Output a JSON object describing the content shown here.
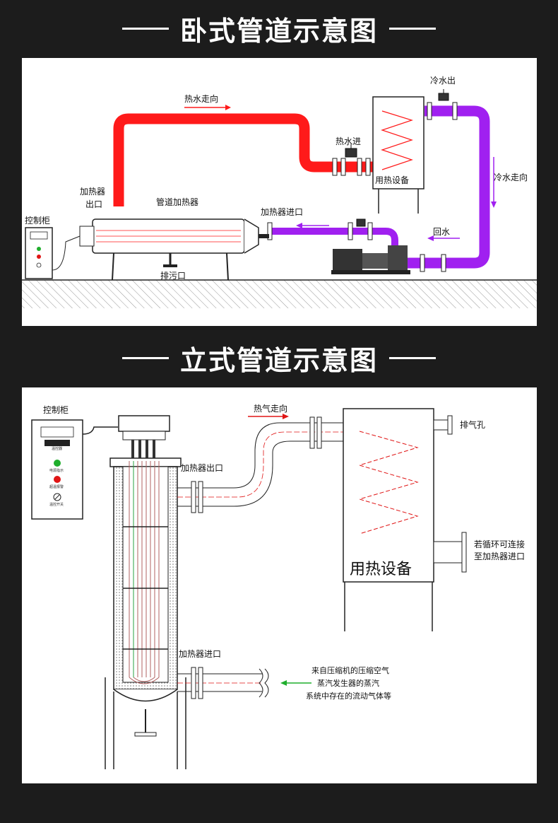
{
  "headings": {
    "horizontal": "卧式管道示意图",
    "vertical": "立式管道示意图"
  },
  "horizontal_diagram": {
    "hot_water_direction": "热水走向",
    "cold_water_out": "冷水出",
    "hot_water_in": "热水进",
    "heating_equipment": "用热设备",
    "cold_water_direction": "冷水走向",
    "heater_outlet_line1": "加热器",
    "heater_outlet_line2": "出口",
    "pipe_heater": "管道加热器",
    "heater_inlet": "加热器进口",
    "control_cabinet": "控制柜",
    "return_water": "回水",
    "drain_outlet": "排污口"
  },
  "vertical_diagram": {
    "control_cabinet": "控制柜",
    "hot_air_direction": "热气走向",
    "vent_hole": "排气孔",
    "heater_outlet": "加热器出口",
    "heating_equipment": "用热设备",
    "circulation_line1": "若循环可连接",
    "circulation_line2": "至加热器进口",
    "heater_inlet": "加热器进口",
    "source_line1": "来自压缩机的压缩空气",
    "source_line2": "蒸汽发生器的蒸汽",
    "source_line3": "系统中存在的流动气体等",
    "cabinet_button_labels": [
      "电源指示",
      "超温报警",
      "温控开关"
    ],
    "cabinet_display_text": "温控器"
  },
  "colors": {
    "hot_pipe": "#ff1a1a",
    "cold_pipe": "#a020f0",
    "background": "#1c1c1c",
    "panel": "#ffffff",
    "green_lamp": "#1fae2c",
    "red_lamp": "#e01515"
  }
}
